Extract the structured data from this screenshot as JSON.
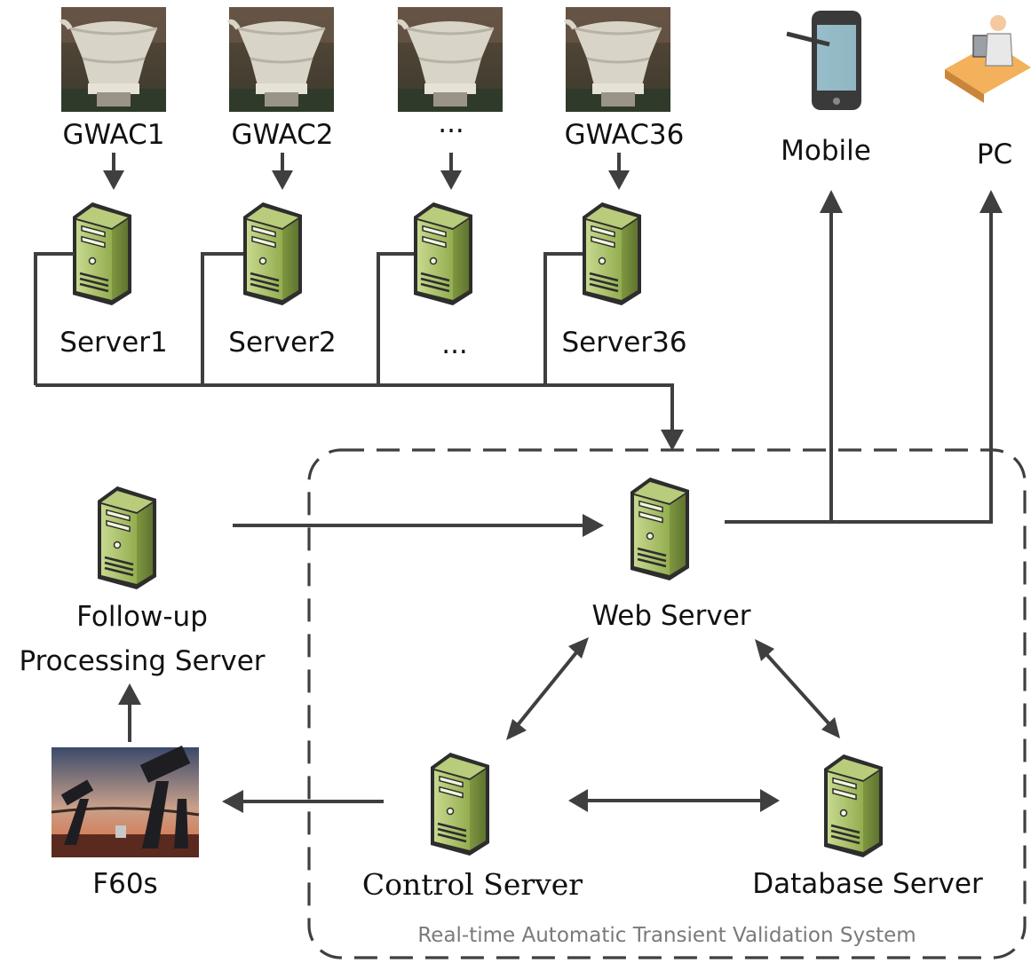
{
  "telescopes": [
    {
      "id": "gwac1",
      "label": "GWAC1",
      "icon": "telescope-photo"
    },
    {
      "id": "gwac2",
      "label": "GWAC2",
      "icon": "telescope-photo"
    },
    {
      "id": "gwac-more",
      "label": "···",
      "icon": "telescope-photo"
    },
    {
      "id": "gwac36",
      "label": "GWAC36",
      "icon": "telescope-photo"
    }
  ],
  "servers": [
    {
      "id": "server1",
      "label": "Server1",
      "icon": "server-icon"
    },
    {
      "id": "server2",
      "label": "Server2",
      "icon": "server-icon"
    },
    {
      "id": "server-more",
      "label": "...",
      "icon": "server-icon"
    },
    {
      "id": "server36",
      "label": "Server36",
      "icon": "server-icon"
    }
  ],
  "clients": [
    {
      "id": "mobile",
      "label": "Mobile",
      "icon": "tablet-icon"
    },
    {
      "id": "pc",
      "label": "PC",
      "icon": "pc-user-icon"
    }
  ],
  "system": {
    "caption": "Real-time Automatic Transient Validation System",
    "web_server": {
      "label": "Web Server",
      "icon": "server-icon"
    },
    "control_server": {
      "label": "Control Server",
      "icon": "server-icon"
    },
    "database_server": {
      "label": "Database Server",
      "icon": "server-icon"
    }
  },
  "followup": {
    "label_line1": "Follow-up",
    "label_line2": "Processing Server",
    "icon": "server-icon"
  },
  "f60": {
    "label": "F60s",
    "icon": "f60-telescope-photo"
  },
  "colors": {
    "server_body": "#a8c06a",
    "server_outline": "#2d2d2d",
    "wire": "#3f3f3f",
    "caption": "#7a7a7a"
  }
}
